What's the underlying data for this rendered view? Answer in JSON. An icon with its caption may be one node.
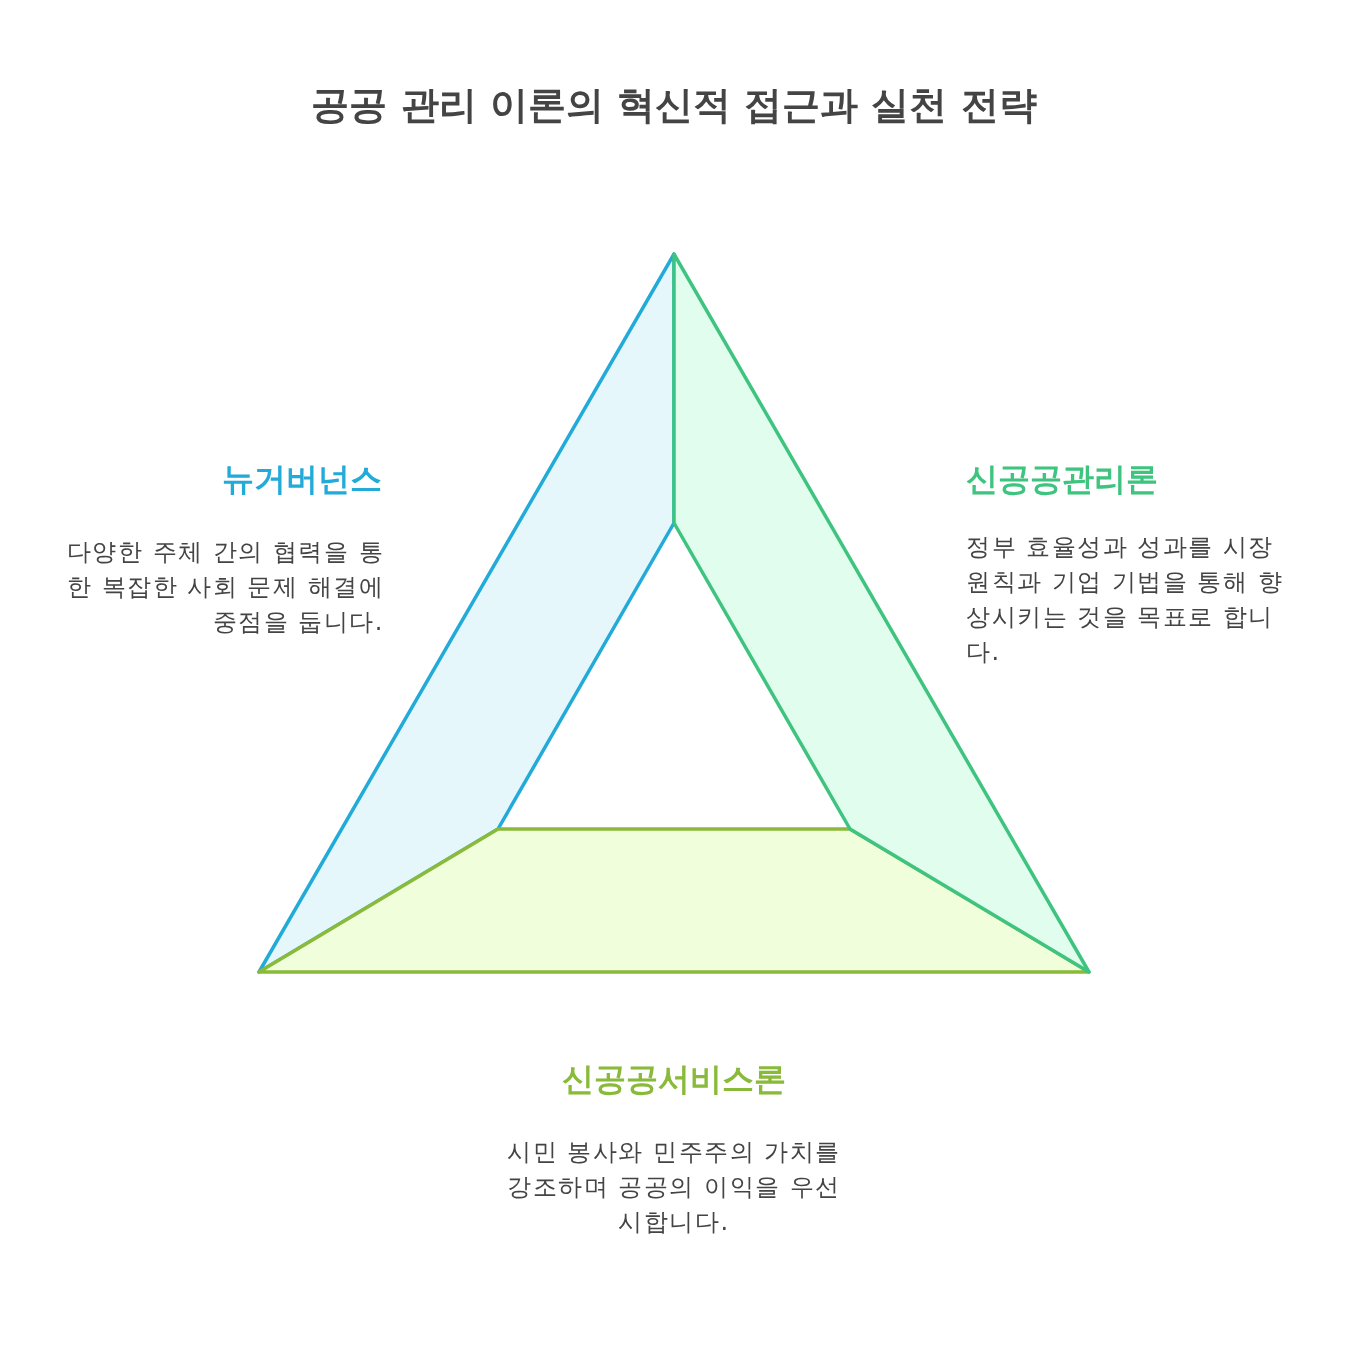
{
  "diagram": {
    "title": "공공 관리 이론의 혁신적 접근과 실천 전략",
    "nodes": [
      {
        "text": [],
        "shape": "trapezoid",
        "beside": [
          "뉴거버넌스",
          "다양한 주체 간의 협력을 통한 복잡한 사회 문제 해결에 중점을 둡니다."
        ]
      },
      {
        "text": [],
        "shape": "trapezoid",
        "beside": [
          "신공공서비스론",
          "시민 봉사와 민주주의 가치를 강조하며 공공의 이익을 우선시합니다."
        ]
      },
      {
        "text": [],
        "shape": "trapezoid",
        "beside": [
          "신공공관리론",
          "정부 효율성과 성과를 시장 원칙과 기업 기법을 통해 향상시키는 것을 목표로 합니다."
        ]
      }
    ]
  }
}
